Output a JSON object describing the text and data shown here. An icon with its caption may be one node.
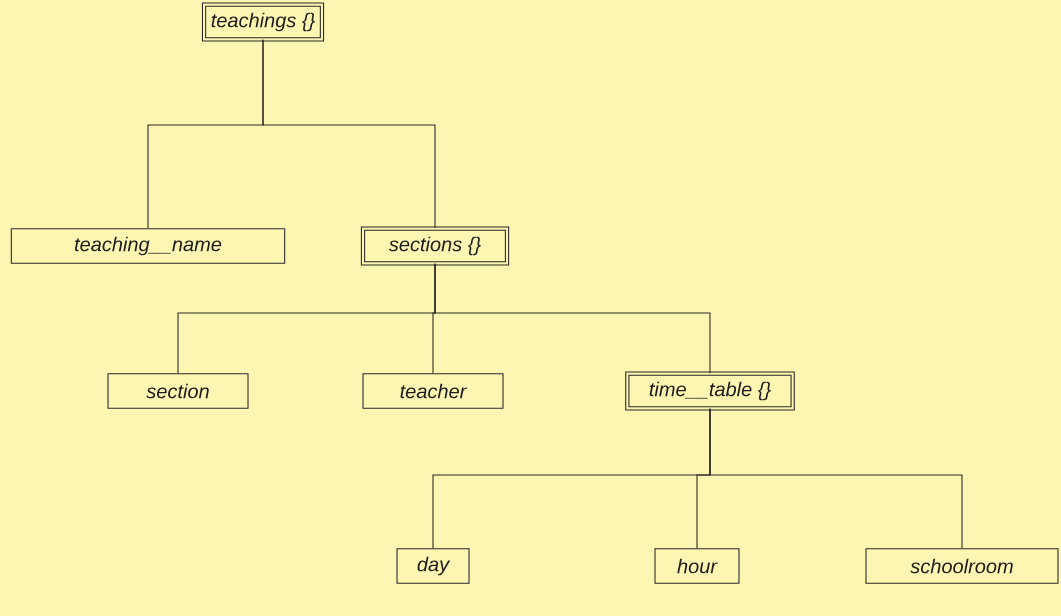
{
  "diagram": {
    "nodes": [
      {
        "text": [
          "teachings {}"
        ]
      },
      {
        "text": [
          "teaching__name"
        ]
      },
      {
        "text": [
          "sections {}"
        ]
      },
      {
        "text": [
          "section"
        ]
      },
      {
        "text": [
          "teacher"
        ]
      },
      {
        "text": [
          "time__table {}"
        ]
      },
      {
        "text": [
          "day"
        ]
      },
      {
        "text": [
          "hour"
        ]
      },
      {
        "text": [
          "schoolroom"
        ]
      }
    ],
    "edges": [
      {
        "from": 0,
        "to": 1,
        "arrow": "none"
      },
      {
        "from": 0,
        "to": 2,
        "arrow": "none"
      },
      {
        "from": 2,
        "to": 3,
        "arrow": "none"
      },
      {
        "from": 2,
        "to": 4,
        "arrow": "none"
      },
      {
        "from": 2,
        "to": 5,
        "arrow": "none"
      },
      {
        "from": 5,
        "to": 6,
        "arrow": "none"
      },
      {
        "from": 5,
        "to": 7,
        "arrow": "none"
      },
      {
        "from": 5,
        "to": 8,
        "arrow": "none"
      }
    ]
  }
}
